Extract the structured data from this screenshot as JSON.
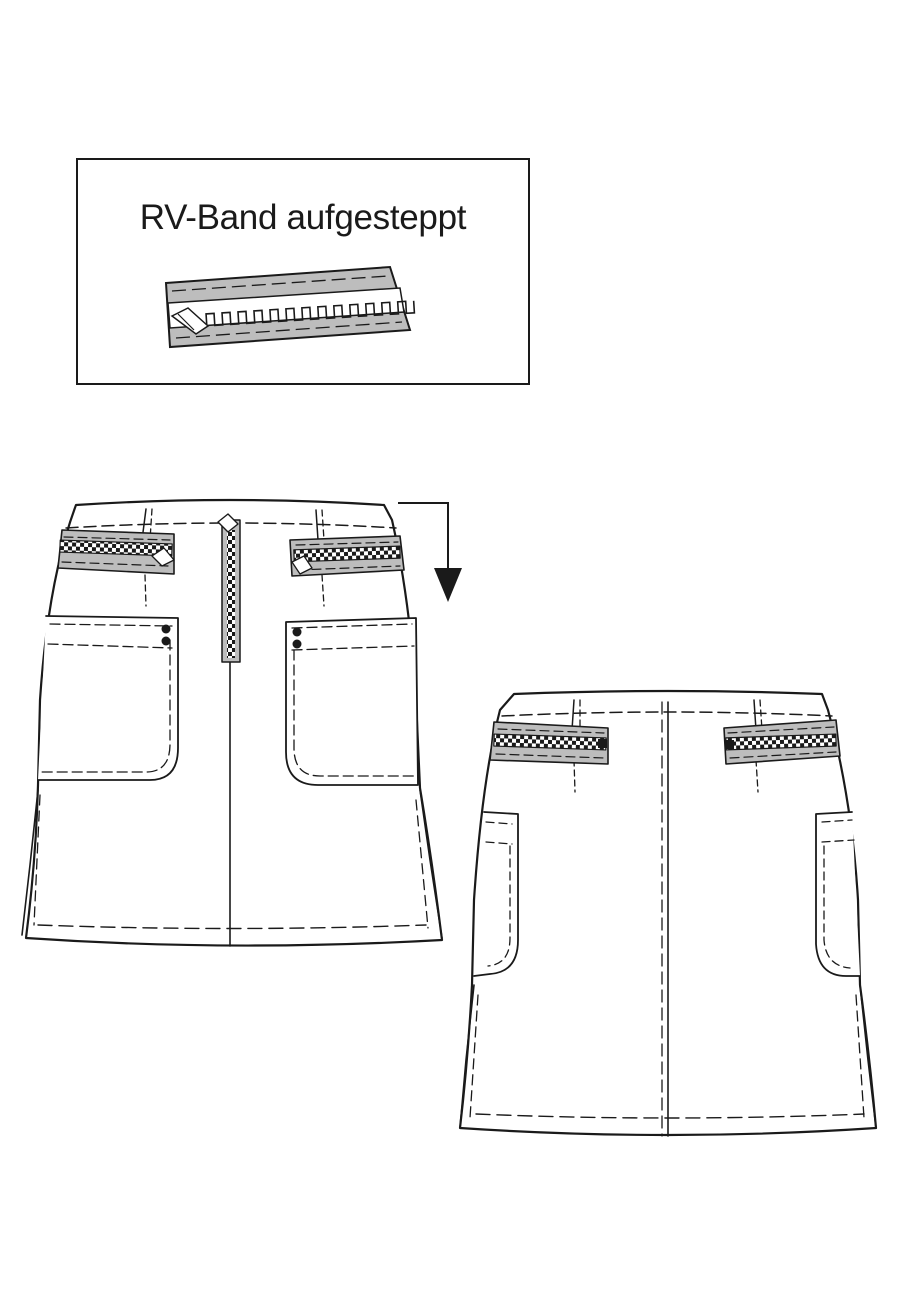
{
  "detail": {
    "title": "RV-Band aufgesteppt",
    "icon": "zipper-tape-icon"
  },
  "views": {
    "front": "skirt-front-view",
    "back": "skirt-back-view",
    "arrow": "arrow-down-icon"
  },
  "colors": {
    "line": "#1a1a1a",
    "tape": "#bdbdbd",
    "fill": "#ffffff"
  }
}
